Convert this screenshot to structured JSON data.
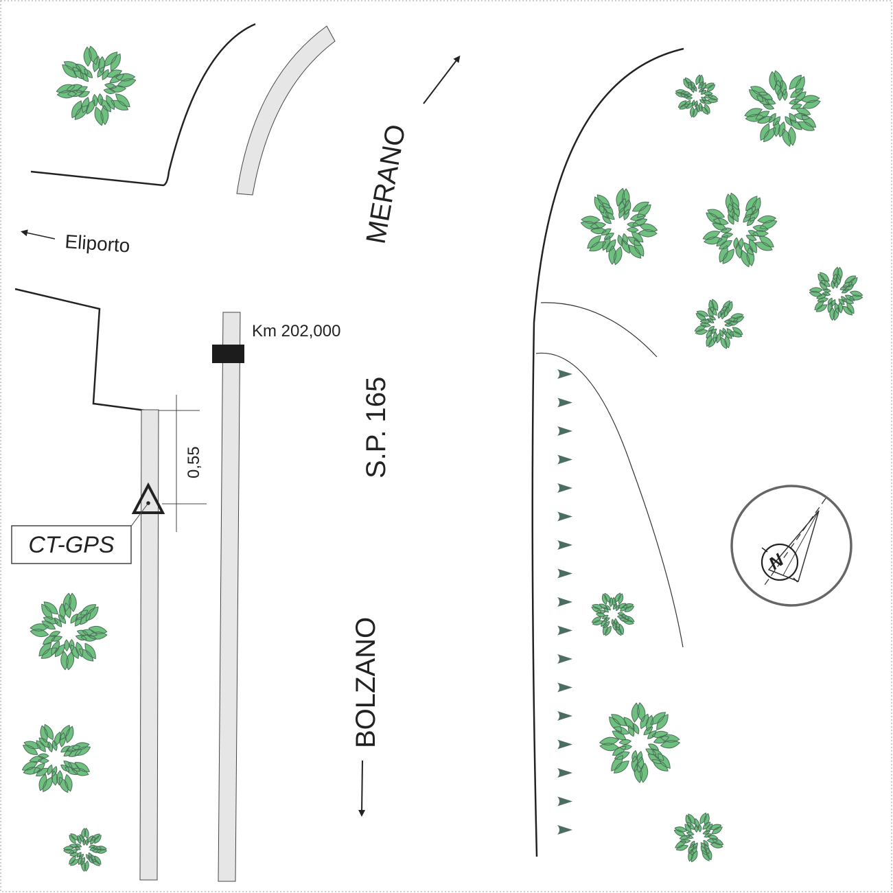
{
  "labels": {
    "merano": "MERANO",
    "bolzano": "BOLZANO",
    "road": "S.P. 165",
    "km": "Km 202,000",
    "eliporto": "Eliporto",
    "point": "CT-GPS",
    "distance": "0,55",
    "north": "N"
  },
  "colors": {
    "tree_fill": "#6fbf7f",
    "tree_stroke": "#4a6f5a",
    "curb_fill": "#e6e6e6",
    "line": "#222222",
    "vegetation_mark": "#4b6e63",
    "compass_ring": "#666666"
  },
  "icons": {
    "point_marker": "triangle-survey-marker-icon",
    "north": "north-arrow-icon",
    "direction": "arrow-icon"
  }
}
